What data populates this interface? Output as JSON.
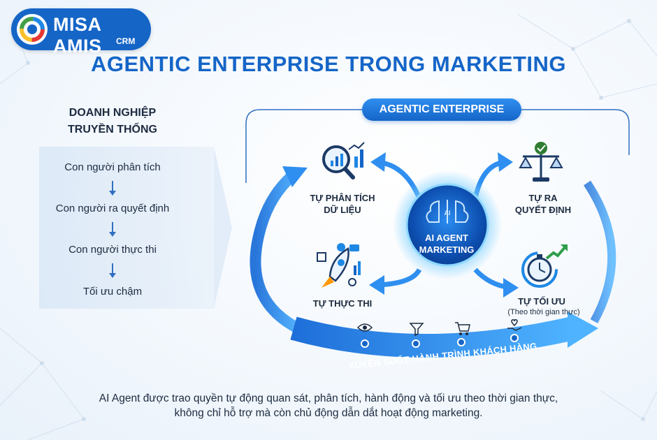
{
  "brand": {
    "name": "MISA AMIS",
    "sub": "CRM"
  },
  "title": "AGENTIC ENTERPRISE TRONG MARKETING",
  "traditional": {
    "title_line1": "DOANH NGHIỆP",
    "title_line2": "TRUYỀN THỐNG",
    "steps": [
      "Con người phân tích",
      "Con người ra quyết định",
      "Con người thực thi",
      "Tối ưu chậm"
    ]
  },
  "agentic": {
    "label": "AGENTIC ENTERPRISE",
    "center_line1": "AI AGENT",
    "center_line2": "MARKETING",
    "nodes": {
      "analyze": {
        "line1": "TỰ PHÂN TÍCH",
        "line2": "DỮ LIỆU",
        "icon": "analytics-magnifier-icon"
      },
      "decide": {
        "line1": "TỰ RA",
        "line2": "QUYẾT ĐỊNH",
        "icon": "scale-check-icon"
      },
      "execute": {
        "line1": "TỰ THỰC THI",
        "icon": "rocket-icon"
      },
      "optimize": {
        "line1": "TỰ TỐI ƯU",
        "sub": "(Theo thời gian thực)",
        "icon": "stopwatch-growth-icon"
      }
    },
    "journey": "XUYÊN SUỐT HÀNH TRÌNH KHÁCH HÀNG",
    "journey_icons": [
      "eye-icon",
      "filter-icon",
      "cart-icon",
      "heart-hand-icon"
    ]
  },
  "caption": {
    "line1": "AI Agent được trao quyền tự động quan sát, phân tích, hành động và tối ưu theo thời gian thực,",
    "line2": "không chỉ hỗ trợ mà còn chủ động dẫn dắt hoạt động marketing."
  },
  "colors": {
    "primary": "#1565c7",
    "accent": "#2f8ff0",
    "text": "#1c2b40",
    "glow": "#7fd0ff"
  }
}
